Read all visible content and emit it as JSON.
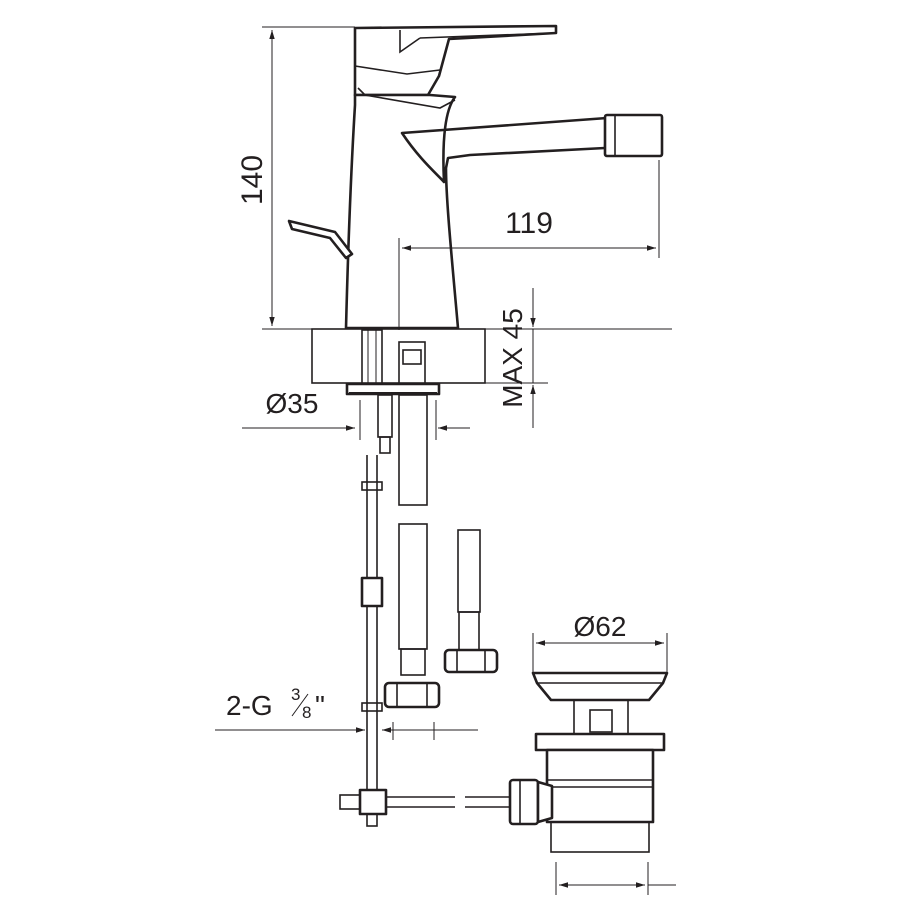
{
  "drawing": {
    "type": "technical-drawing",
    "subject": "bidet mixer with pop-up waste",
    "line_color": "#231f20",
    "background": "#ffffff"
  },
  "dimensions": {
    "height": "140",
    "reach": "119",
    "max_deck": "MAX 45",
    "hole_diameter": "Ø35",
    "waste_diameter": "Ø62",
    "connection_prefix": "2-G",
    "connection_num": "3",
    "connection_den": "8",
    "connection_suffix": "\""
  }
}
